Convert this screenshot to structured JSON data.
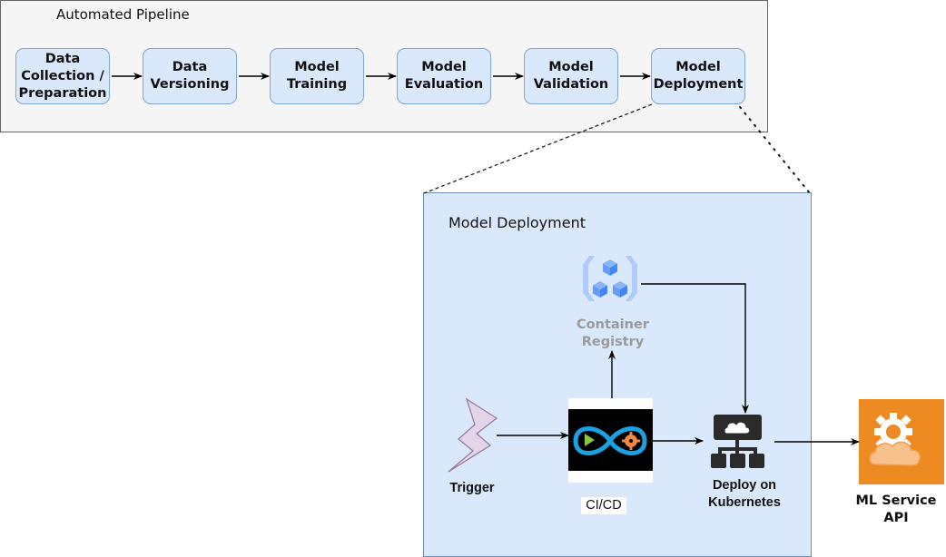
{
  "pipeline": {
    "title": "Automated Pipeline",
    "steps": [
      {
        "label": "Data\nCollection /\nPreparation"
      },
      {
        "label": "Data\nVersioning"
      },
      {
        "label": "Model\nTraining"
      },
      {
        "label": "Model\nEvaluation"
      },
      {
        "label": "Model\nValidation"
      },
      {
        "label": "Model\nDeployment"
      }
    ]
  },
  "deployment": {
    "title": "Model Deployment",
    "nodes": {
      "container_registry": {
        "label": "Container\nRegistry",
        "icon": "container-registry-icon"
      },
      "trigger": {
        "label": "Trigger",
        "icon": "lightning-icon"
      },
      "cicd": {
        "label": "CI/CD",
        "icon": "infinity-pipeline-icon"
      },
      "kubernetes": {
        "label": "Deploy on\nKubernetes",
        "icon": "cloud-hierarchy-icon"
      }
    }
  },
  "output": {
    "label": "ML Service\nAPI",
    "icon": "gear-cloud-icon",
    "color": "#ee8a22"
  },
  "colors": {
    "step_fill": "#dae8fc",
    "step_border": "#7ea6d8",
    "pipeline_bg": "#f5f5f5",
    "deploy_bg": "#dae8fc"
  }
}
